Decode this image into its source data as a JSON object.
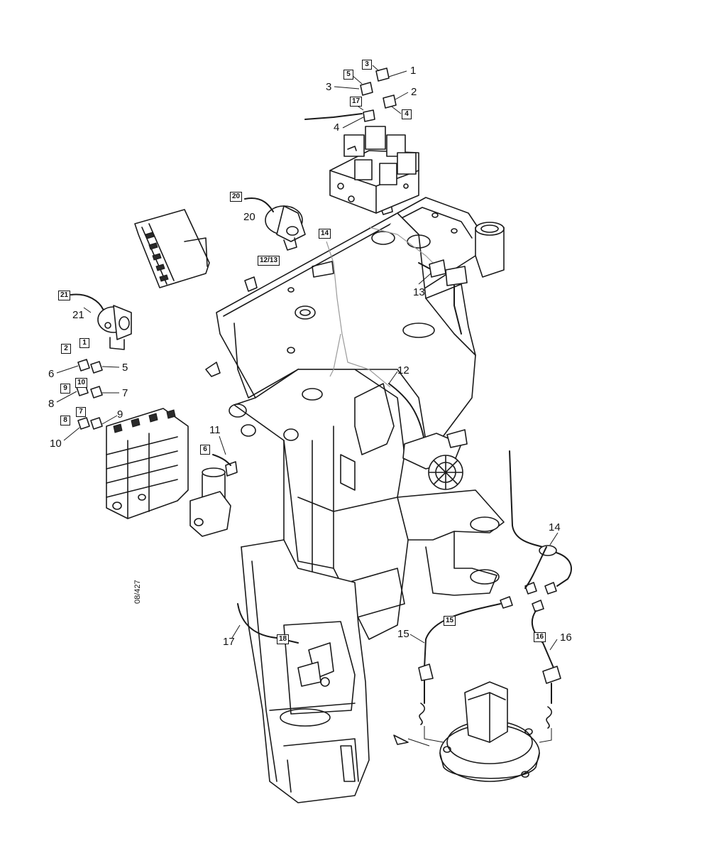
{
  "figure": {
    "reference": "08/427"
  },
  "callouts": [
    {
      "id": "c1",
      "text": "1"
    },
    {
      "id": "c2",
      "text": "2"
    },
    {
      "id": "c3",
      "text": "3"
    },
    {
      "id": "c4",
      "text": "4"
    },
    {
      "id": "c5",
      "text": "5"
    },
    {
      "id": "c6",
      "text": "6"
    },
    {
      "id": "c7",
      "text": "7"
    },
    {
      "id": "c8",
      "text": "8"
    },
    {
      "id": "c9",
      "text": "9"
    },
    {
      "id": "c10",
      "text": "10"
    },
    {
      "id": "c11",
      "text": "11"
    },
    {
      "id": "c12",
      "text": "12"
    },
    {
      "id": "c13",
      "text": "13"
    },
    {
      "id": "c14",
      "text": "14"
    },
    {
      "id": "c15",
      "text": "15"
    },
    {
      "id": "c16",
      "text": "16"
    },
    {
      "id": "c17",
      "text": "17"
    },
    {
      "id": "c20",
      "text": "20"
    },
    {
      "id": "c21",
      "text": "21"
    }
  ],
  "tags": [
    {
      "id": "t3",
      "text": "3"
    },
    {
      "id": "t5",
      "text": "5"
    },
    {
      "id": "t17",
      "text": "17"
    },
    {
      "id": "t4",
      "text": "4"
    },
    {
      "id": "t20",
      "text": "20"
    },
    {
      "id": "t14",
      "text": "14"
    },
    {
      "id": "t1213",
      "text": "12/13"
    },
    {
      "id": "t21",
      "text": "21"
    },
    {
      "id": "t1",
      "text": "1"
    },
    {
      "id": "t2",
      "text": "2"
    },
    {
      "id": "t10",
      "text": "10"
    },
    {
      "id": "t9",
      "text": "9"
    },
    {
      "id": "t7",
      "text": "7"
    },
    {
      "id": "t8",
      "text": "8"
    },
    {
      "id": "t6",
      "text": "6"
    },
    {
      "id": "t15",
      "text": "15"
    },
    {
      "id": "t16",
      "text": "16"
    },
    {
      "id": "t18",
      "text": "18"
    }
  ]
}
